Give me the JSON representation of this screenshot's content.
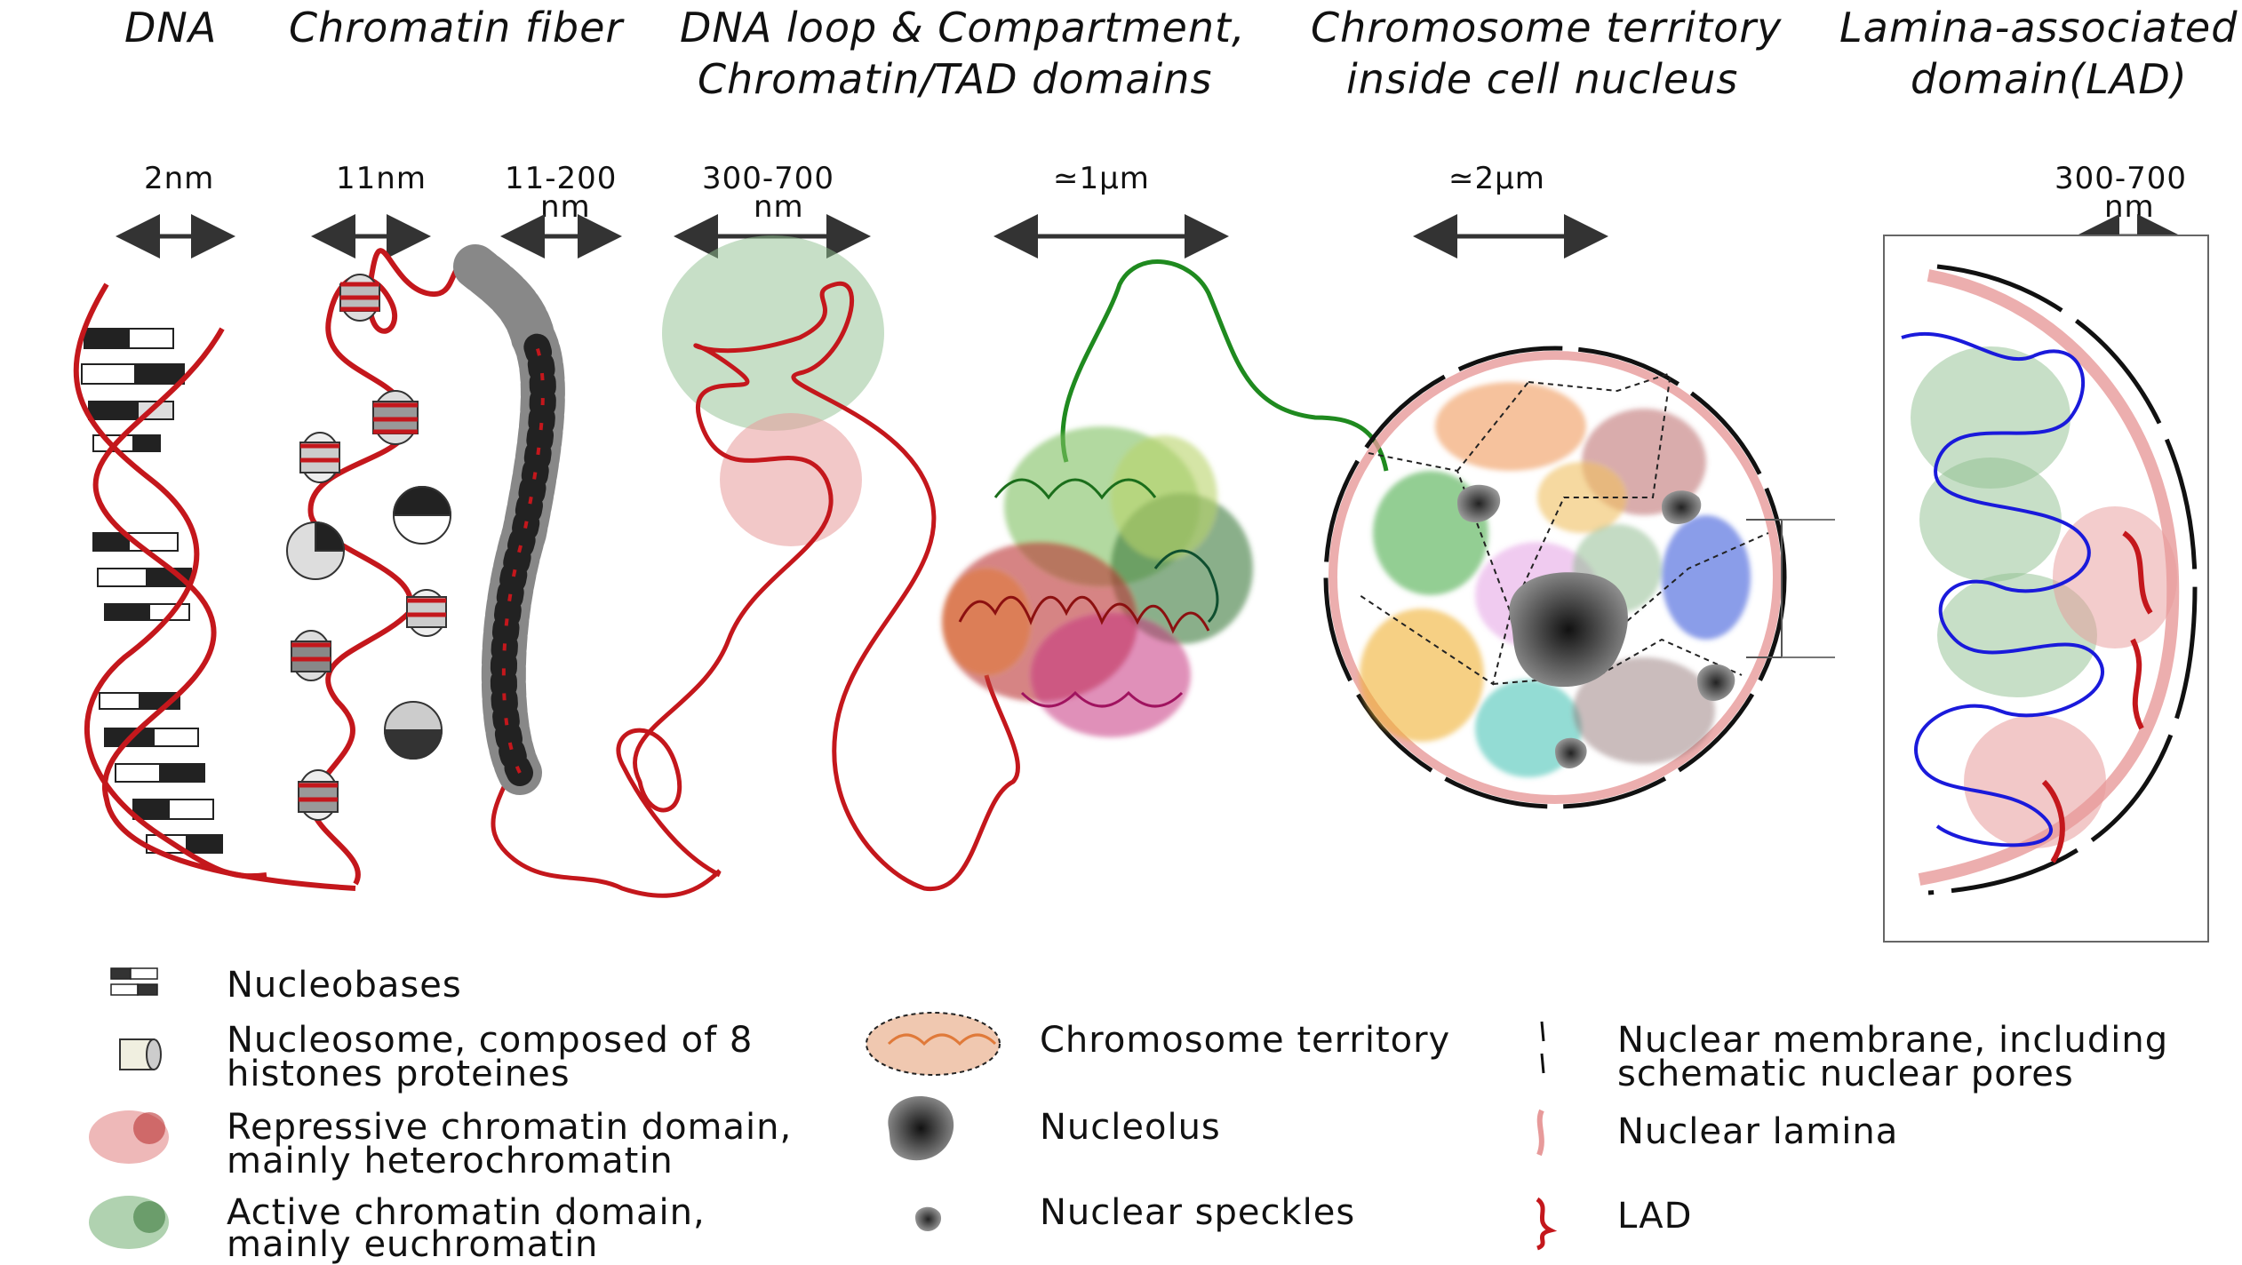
{
  "titles": {
    "dna": "DNA",
    "chromatin_fiber": "Chromatin fiber",
    "loop_line1": "DNA loop & Compartment,",
    "loop_line2": "Chromatin/TAD domains",
    "territory_line1": "Chromosome territory",
    "territory_line2": "inside cell nucleus",
    "lad_line1": "Lamina-associated",
    "lad_line2": "domain(LAD)"
  },
  "scales": {
    "dna": "2nm",
    "nucleosome": "11nm",
    "fiber_line1": "11-200",
    "fiber_line2": "nm",
    "domain_line1": "300-700",
    "domain_line2": "nm",
    "territory": "≃1μm",
    "nucleus": "≃2μm",
    "lad_line1": "300-700",
    "lad_line2": "nm"
  },
  "legend": {
    "nucleobases": "Nucleobases",
    "nucleosome_line1": "Nucleosome, composed of 8",
    "nucleosome_line2": "histones proteines",
    "repressive_line1": "Repressive chromatin domain,",
    "repressive_line2": "mainly heterochromatin",
    "active_line1": "Active chromatin domain,",
    "active_line2": "mainly euchromatin",
    "territory": "Chromosome territory",
    "nucleolus": "Nucleolus",
    "speckles": "Nuclear speckles",
    "membrane_line1": "Nuclear membrane, including",
    "membrane_line2": "schematic nuclear pores",
    "lamina": "Nuclear lamina",
    "lad": "LAD"
  },
  "colors": {
    "dna_red": "#c4171c",
    "active_green": "#8fbf8f",
    "repressive_pink": "#e79a9a",
    "lad_blue": "#1a1adb",
    "link_green": "#1f8a1f"
  }
}
